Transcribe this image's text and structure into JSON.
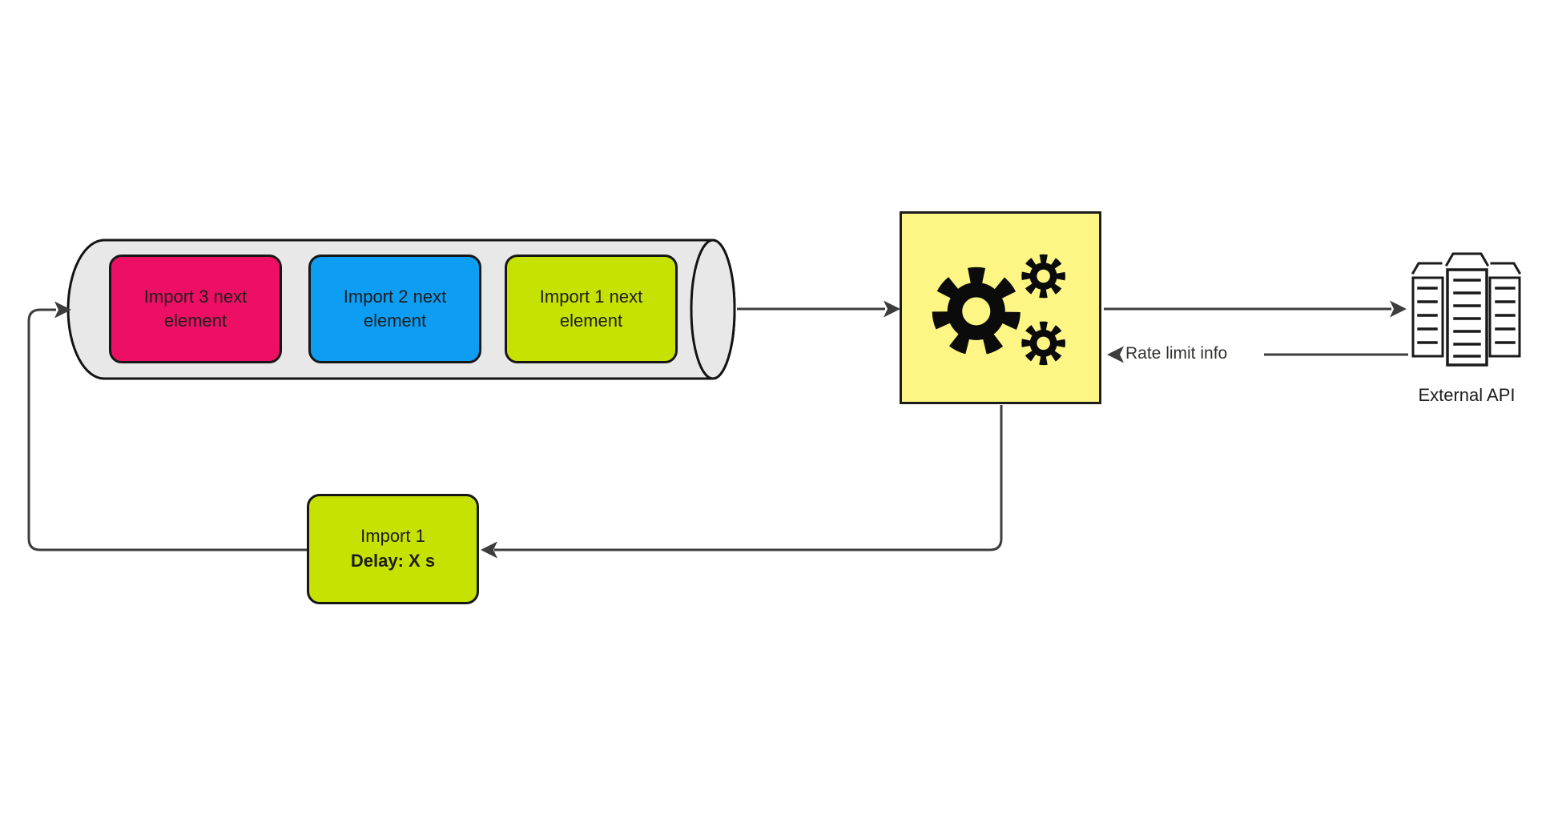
{
  "diagram": {
    "queue": {
      "shape": "horizontal-cylinder",
      "fill": "#e8e8e8",
      "items": [
        {
          "label": "Import 3 next element",
          "color": "#ed0f63"
        },
        {
          "label": "Import 2 next element",
          "color": "#0d9df2"
        },
        {
          "label": "Import 1 next element",
          "color": "#c6e202"
        }
      ]
    },
    "processor": {
      "icon": "gears-icon",
      "fill": "#fdf685"
    },
    "external_api": {
      "label": "External API",
      "icon": "buildings-icon"
    },
    "delay_box": {
      "title": "Import 1",
      "delay": "Delay: X s",
      "color": "#c6e202"
    },
    "edges": {
      "rate_limit_label": "Rate limit info",
      "line_color": "#3d3d3d"
    }
  }
}
